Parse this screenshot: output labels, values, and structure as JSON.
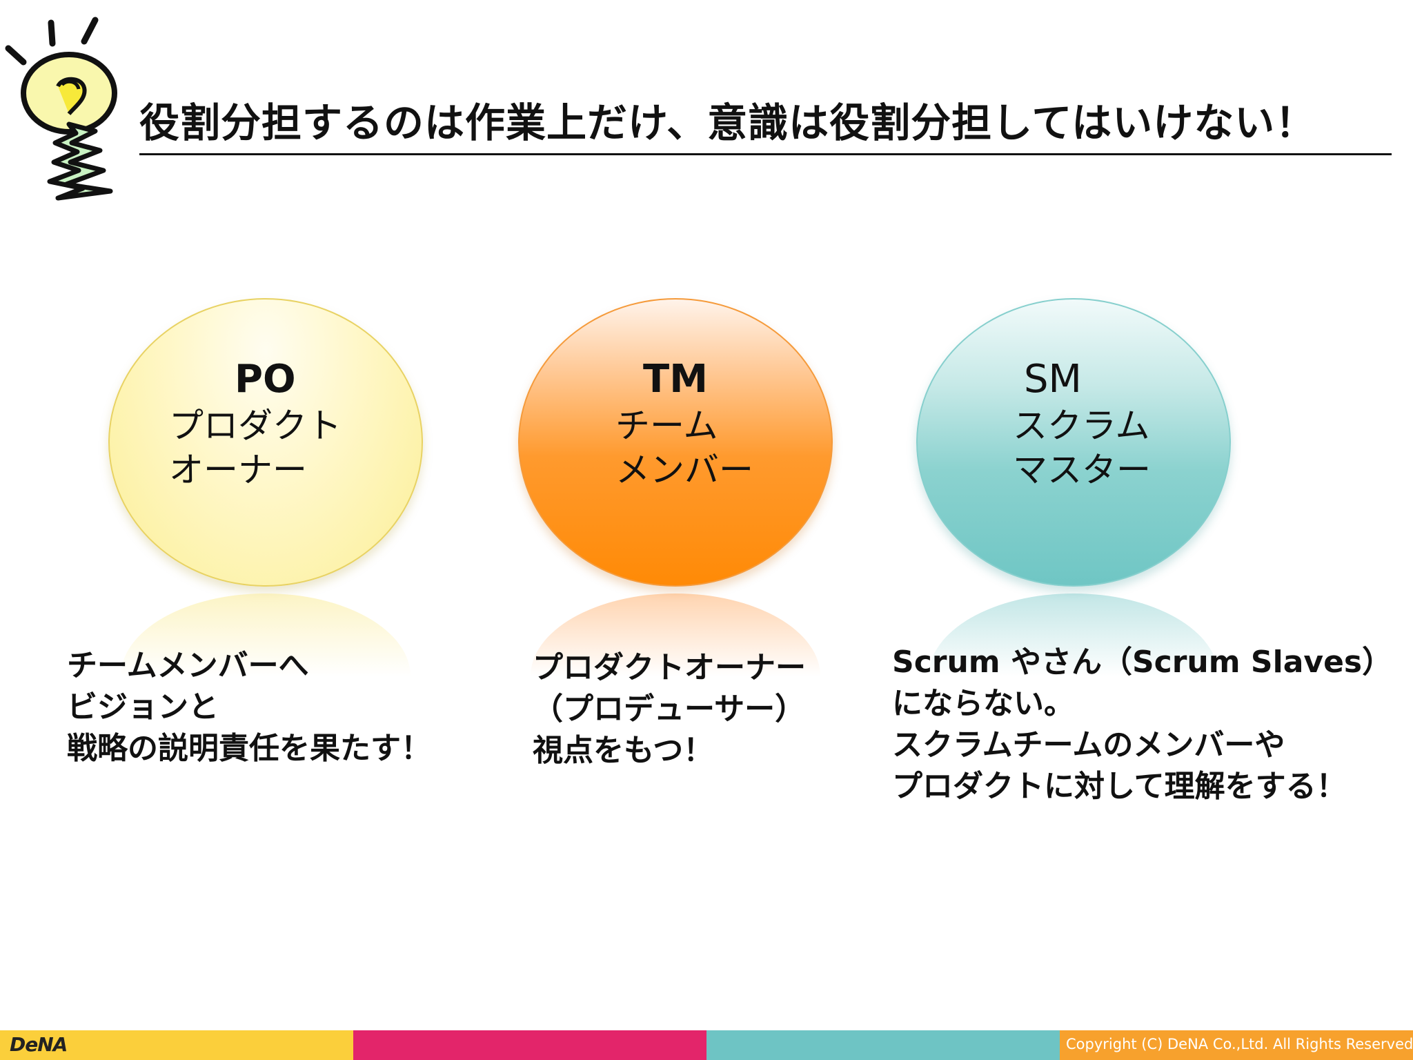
{
  "title": "役割分担するのは作業上だけ、意識は役割分担してはいけない！",
  "roles": [
    {
      "abbr": "PO",
      "line1": "プロダクト",
      "line2": "オーナー"
    },
    {
      "abbr": "TM",
      "line1": "チーム",
      "line2": "メンバー"
    },
    {
      "abbr": "SM",
      "line1": "スクラム",
      "line2": "マスター"
    }
  ],
  "descriptions": {
    "po": [
      "チームメンバーへ",
      "ビジョンと",
      "戦略の説明責任を果たす！"
    ],
    "tm": [
      "プロダクトオーナー",
      "（プロデューサー）",
      "視点をもつ！"
    ],
    "sm": [
      "Scrum やさん（Scrum Slaves）",
      "にならない。",
      "スクラムチームのメンバーや",
      "プロダクトに対して理解をする！"
    ]
  },
  "footer": {
    "logo": "DeNA",
    "copyright": "Copyright (C)  DeNA Co.,Ltd. All Rights Reserved."
  },
  "colors": {
    "yellow": "#fbcf3b",
    "magenta": "#e3256a",
    "teal": "#6ec4c4",
    "orange": "#f7a12d"
  }
}
